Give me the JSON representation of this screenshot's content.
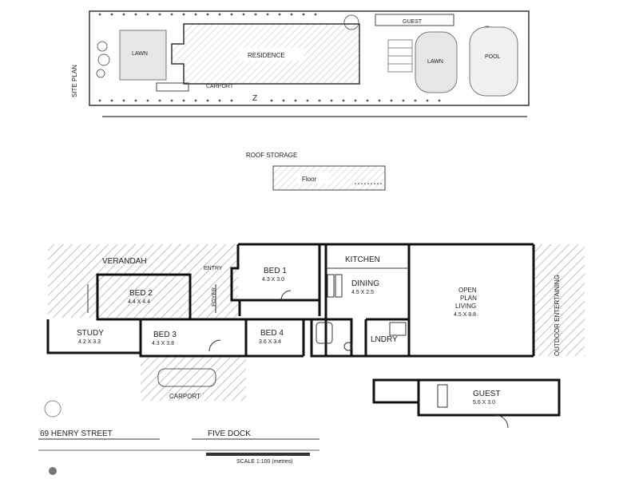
{
  "site_plan": {
    "side_label": "SITE PLAN",
    "lawn_left": "LAWN",
    "residence": "RESIDENCE",
    "carport": "CARPORT",
    "guest": "GUEST",
    "lawn_right": "LAWN",
    "pool": "POOL"
  },
  "roof": {
    "title": "ROOF STORAGE",
    "floor": "Floor"
  },
  "floor_plan": {
    "verandah": "VERANDAH",
    "entry": "ENTRY",
    "bed1": {
      "name": "BED 1",
      "dims": "4.3 X 3.0"
    },
    "bed2": {
      "name": "BED 2",
      "dims": "4.4 X 4.4"
    },
    "bed3": {
      "name": "BED 3",
      "dims": "4.3 X 3.8"
    },
    "bed4": {
      "name": "BED 4",
      "dims": "3.6 X 3.4"
    },
    "study": {
      "name": "STUDY",
      "dims": "4.2 X 3.3"
    },
    "foyer": "FOYER",
    "kitchen": "KITCHEN",
    "dining": {
      "name": "DINING",
      "dims": "4.5 X 2.5"
    },
    "open_plan": {
      "line1": "OPEN",
      "line2": "PLAN",
      "line3": "LIVING",
      "dims": "4.5 X 8.8"
    },
    "lndry": "LNDRY",
    "outdoor": "OUTDOOR ENTERTAINING",
    "carport": "CARPORT",
    "guest": {
      "name": "GUEST",
      "dims": "5.6 X 3.0"
    }
  },
  "footer": {
    "address": "69 HENRY STREET",
    "suburb": "FIVE DOCK",
    "scale_note": "SCALE 1:100 (metres)"
  }
}
